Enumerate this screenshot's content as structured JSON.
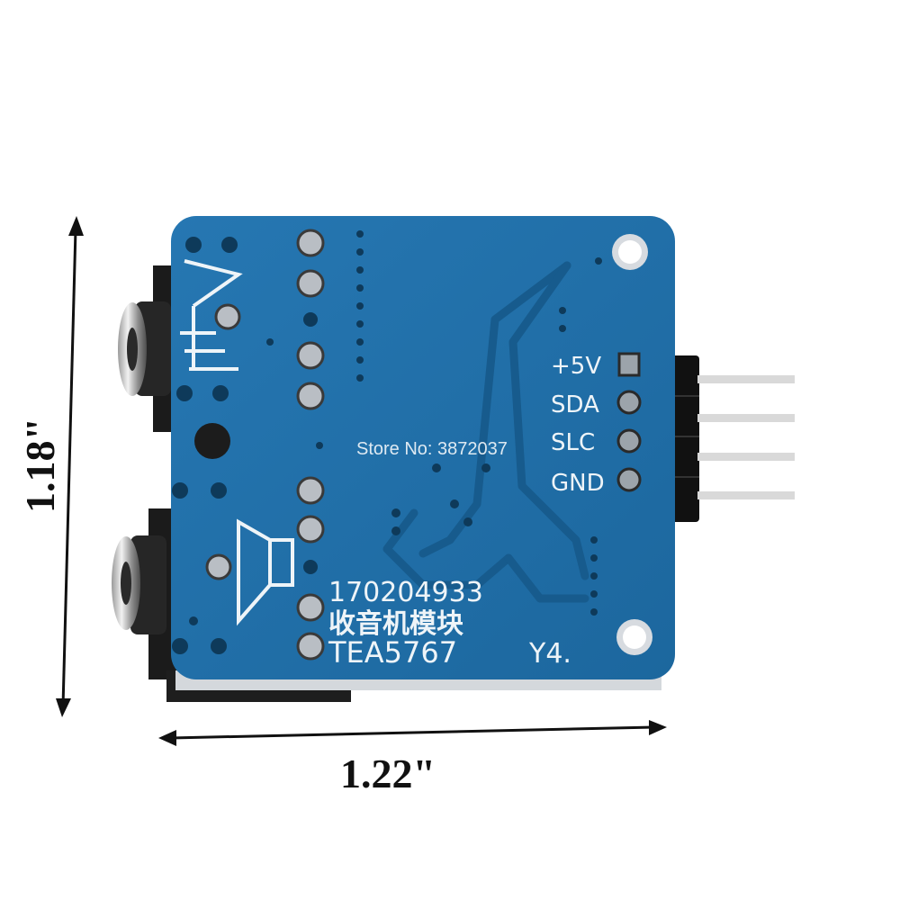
{
  "image": {
    "subject": "TEA5767 FM radio module, back side of blue PCB",
    "colors": {
      "background": "#ffffff",
      "pcb": "#1f6fa8",
      "pcb_trace": "#1a5f93",
      "pad": "#b9bec4",
      "jack": "#1b1b1b",
      "header": "#111111",
      "pin": "#d9d9d9",
      "silkscreen": "#eef4f8",
      "dimension": "#111111"
    }
  },
  "dimensions": {
    "height_label": "1.18\"",
    "width_label": "1.22\""
  },
  "silkscreen": {
    "pins": [
      "+5V",
      "SDA",
      "SLC",
      "GND"
    ],
    "serial": "170204933",
    "chinese_label": "收音机模块",
    "model": "TEA5767",
    "version": "Y4."
  },
  "watermark": {
    "text": "Store No: 3872037"
  }
}
